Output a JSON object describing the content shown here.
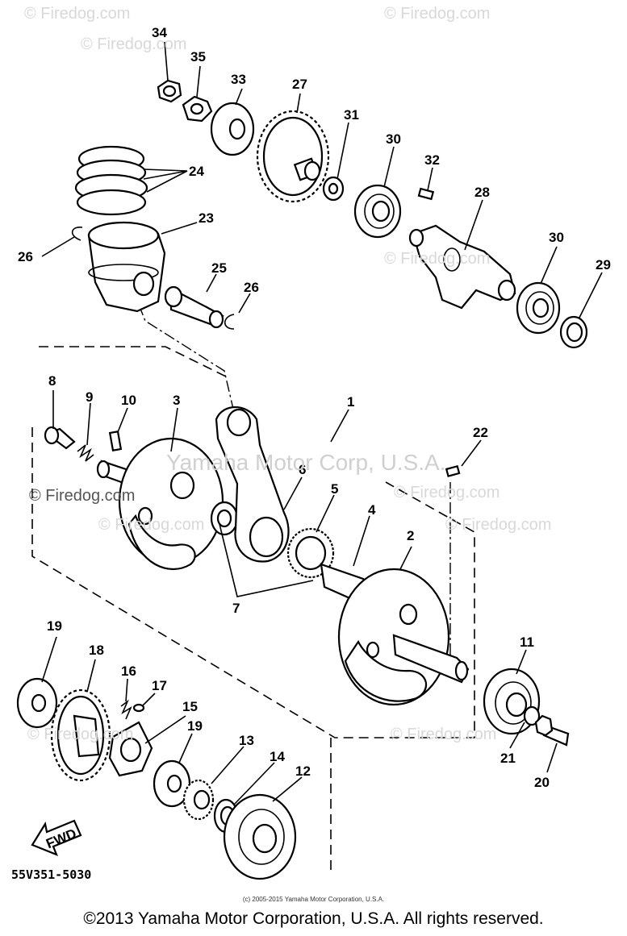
{
  "watermarks": [
    "© Firedog.com",
    "© Firedog.com",
    "© Firedog.com",
    "© Firedog.com",
    "© Firedog.com",
    "© Firedog.com",
    "© Firedog.com",
    "© Firedog.com",
    "© Firedog.com",
    "© Firedog.com"
  ],
  "center_watermark": "Yamaha Motor Corp, U.S.A.",
  "callouts": {
    "p1": "1",
    "p2": "2",
    "p3": "3",
    "p4": "4",
    "p5": "5",
    "p6": "6",
    "p7": "7",
    "p8": "8",
    "p9": "9",
    "p10": "10",
    "p11": "11",
    "p12": "12",
    "p13": "13",
    "p14": "14",
    "p15": "15",
    "p16": "16",
    "p17": "17",
    "p18": "18",
    "p19a": "19",
    "p19b": "19",
    "p20": "20",
    "p21": "21",
    "p22": "22",
    "p23": "23",
    "p24": "24",
    "p25": "25",
    "p26a": "26",
    "p26b": "26",
    "p27": "27",
    "p28": "28",
    "p29": "29",
    "p30a": "30",
    "p30b": "30",
    "p31": "31",
    "p32": "32",
    "p33": "33",
    "p34": "34",
    "p35": "35"
  },
  "fwd_label": "FWD",
  "diagram_code": "55V351-5030",
  "small_credit": "(c) 2005-2015 Yamaha Motor Corporation, U.S.A.",
  "footer": "©2013 Yamaha Motor Corporation, U.S.A. All rights reserved."
}
